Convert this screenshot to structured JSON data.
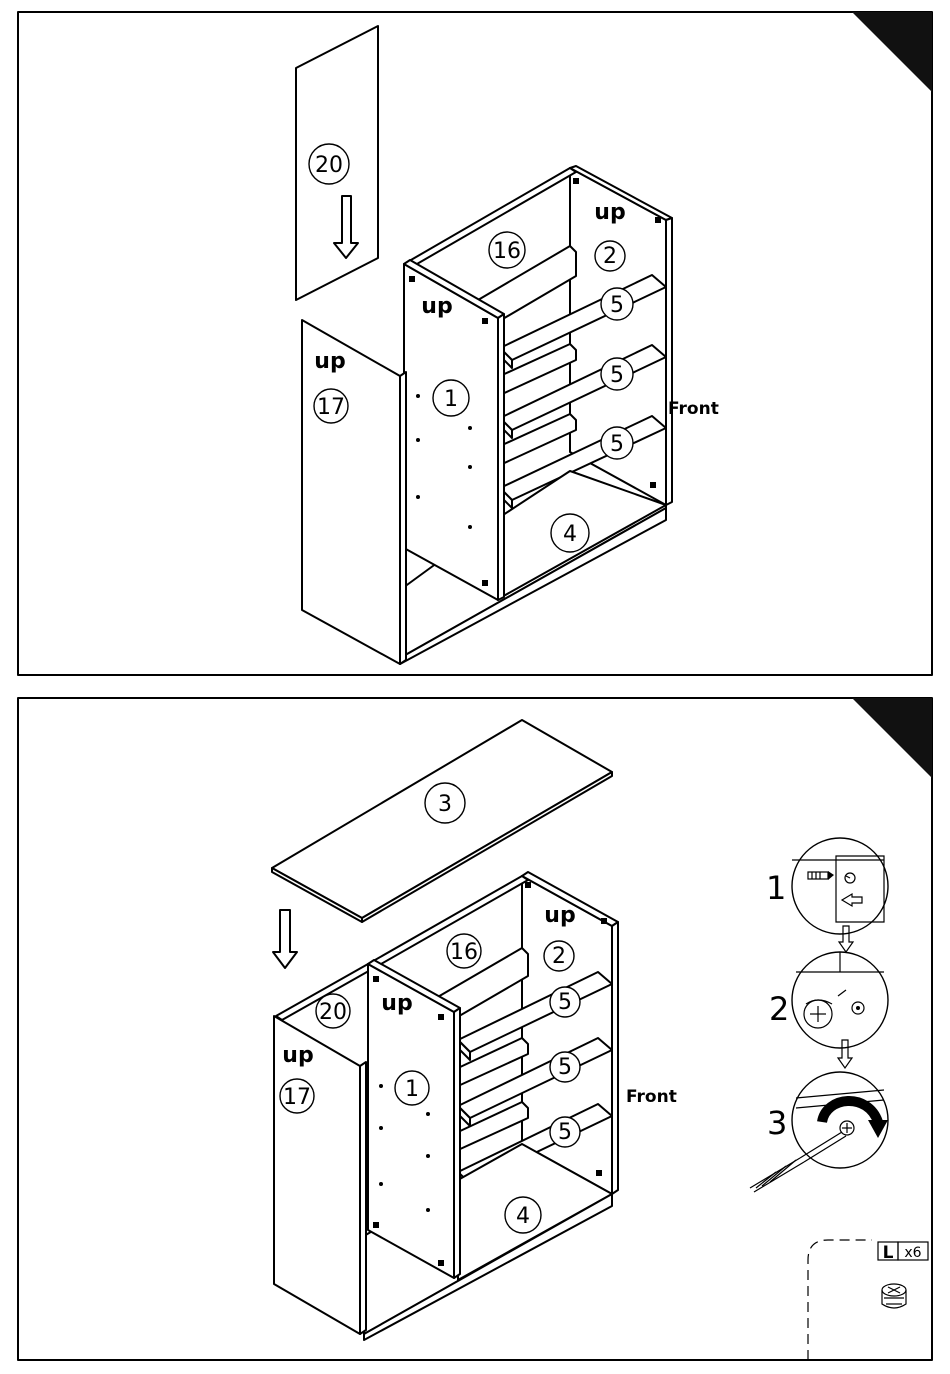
{
  "panel1": {
    "labels": {
      "up_back": "up",
      "up_left": "up",
      "up_side": "up",
      "front": "Front"
    },
    "parts": {
      "p20": "20",
      "p16": "16",
      "p2": "2",
      "p5a": "5",
      "p5b": "5",
      "p5c": "5",
      "p1": "1",
      "p17": "17",
      "p4": "4"
    }
  },
  "panel2": {
    "labels": {
      "up_back": "up",
      "up_left": "up",
      "up_side": "up",
      "front": "Front"
    },
    "parts": {
      "p3": "3",
      "p16": "16",
      "p2": "2",
      "p20": "20",
      "p5a": "5",
      "p5b": "5",
      "p5c": "5",
      "p1": "1",
      "p17": "17",
      "p4": "4"
    },
    "steps": {
      "s1": "1",
      "s2": "2",
      "s3": "3"
    },
    "hardware": {
      "letter": "L",
      "quantity": "x6"
    }
  }
}
